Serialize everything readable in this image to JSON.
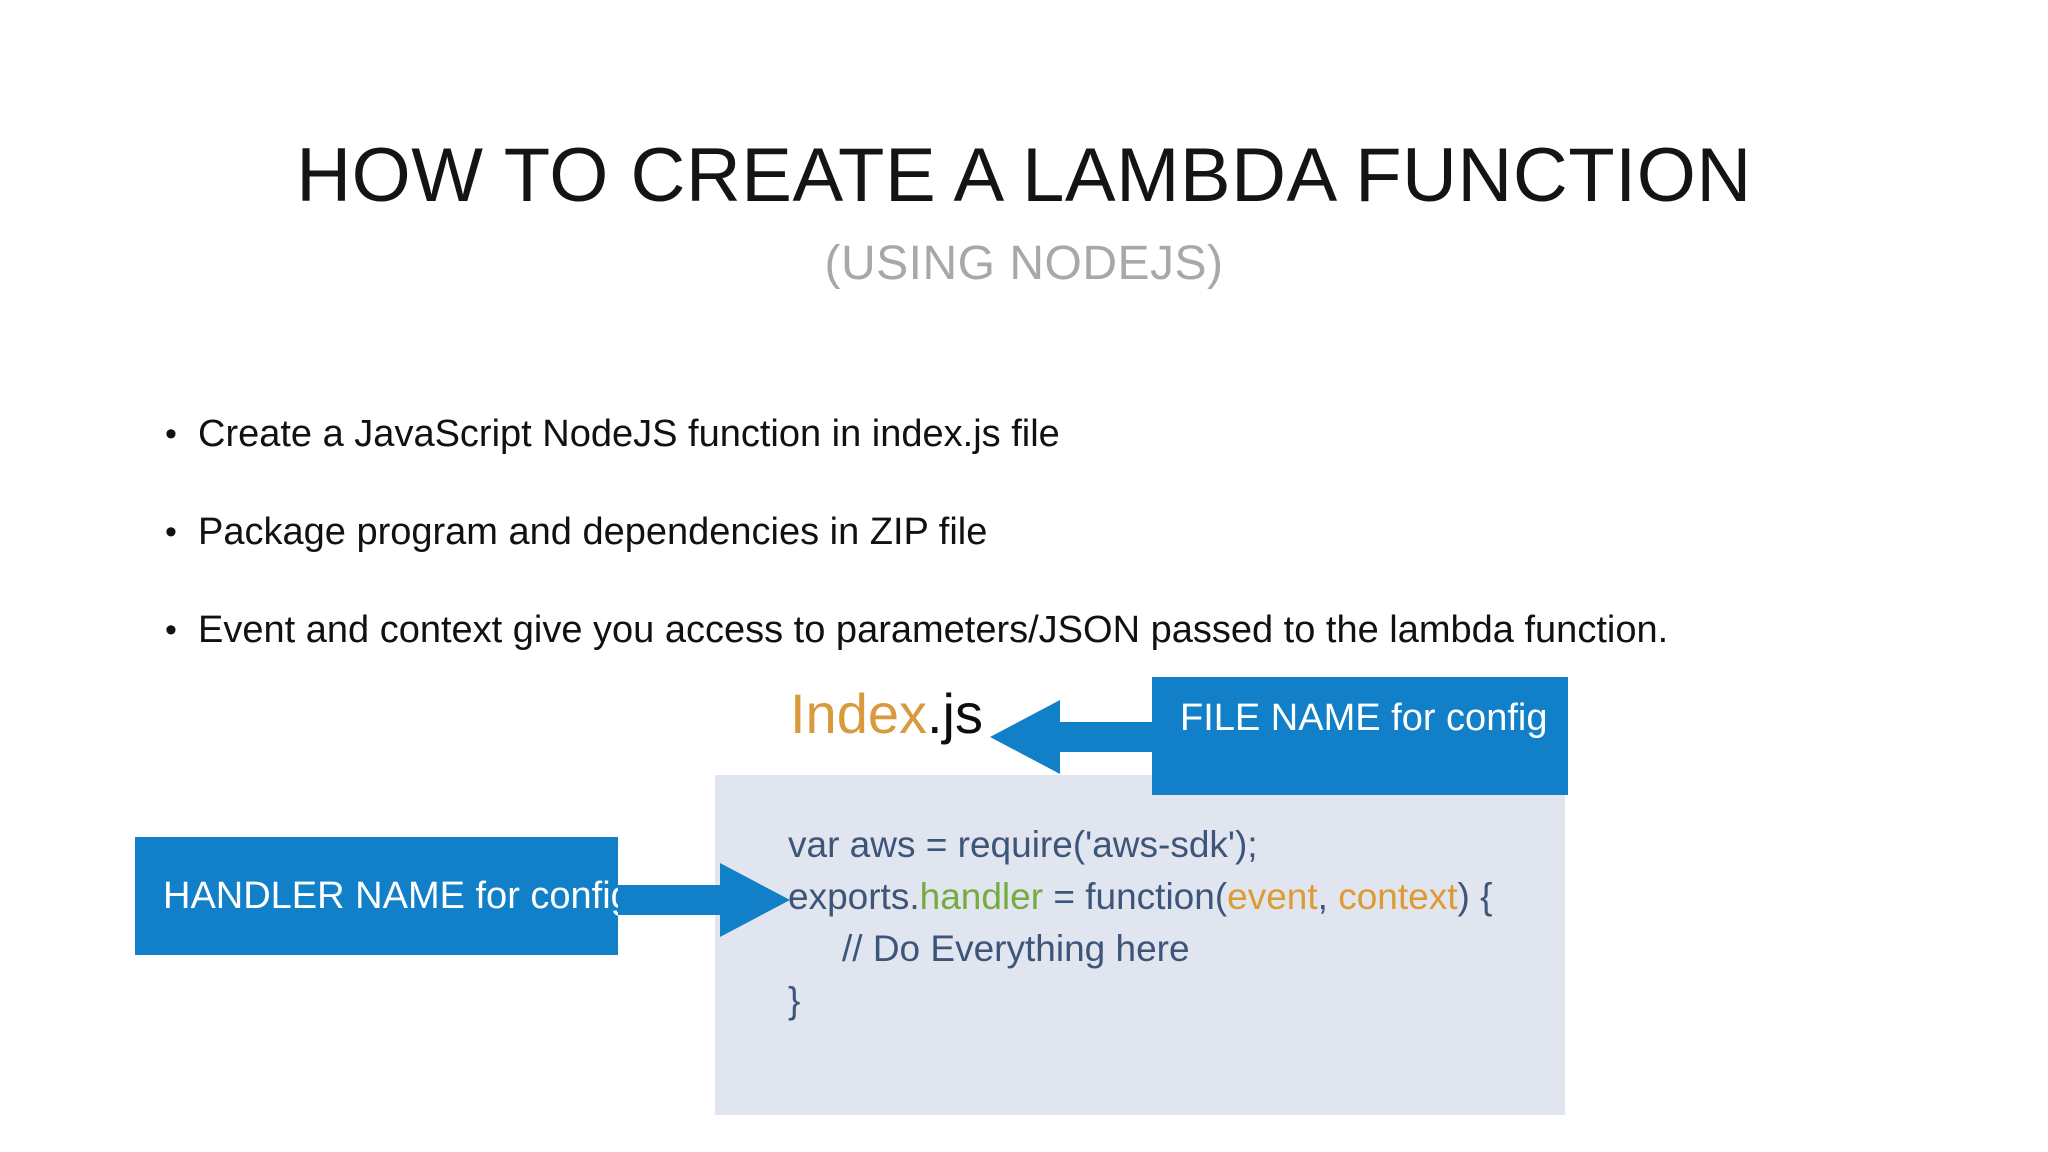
{
  "slide": {
    "title": "HOW TO CREATE A LAMBDA FUNCTION",
    "subtitle": "(USING NODEJS)",
    "bullet_glyph": "•",
    "bullets": [
      "Create a JavaScript NodeJS function in index.js file",
      "Package program and dependencies in ZIP file",
      "Event and context give you access to parameters/JSON passed to the lambda function."
    ]
  },
  "code_panel": {
    "heading": {
      "name": "Index",
      "extension": ".js"
    },
    "lines": {
      "line1": "var aws = require('aws-sdk');",
      "line2_a": "exports.",
      "line2_b": "handler",
      "line2_c": " = function(",
      "line2_d": "event",
      "line2_e": ",",
      "line3_a": "context",
      "line3_b": ") {",
      "line4": "// Do Everything here",
      "line5": "}"
    }
  },
  "callouts": {
    "filename": "FILE NAME for config",
    "handler": "HANDLER NAME for config"
  },
  "colors": {
    "accent_blue": "#1180c8",
    "code_background": "#e0e5ef",
    "code_text": "#3c5579",
    "keyword_green": "#76ab3f",
    "param_orange": "#dd9b33",
    "heading_gold": "#d99a3d",
    "subtitle_gray": "#a8a8a8"
  }
}
